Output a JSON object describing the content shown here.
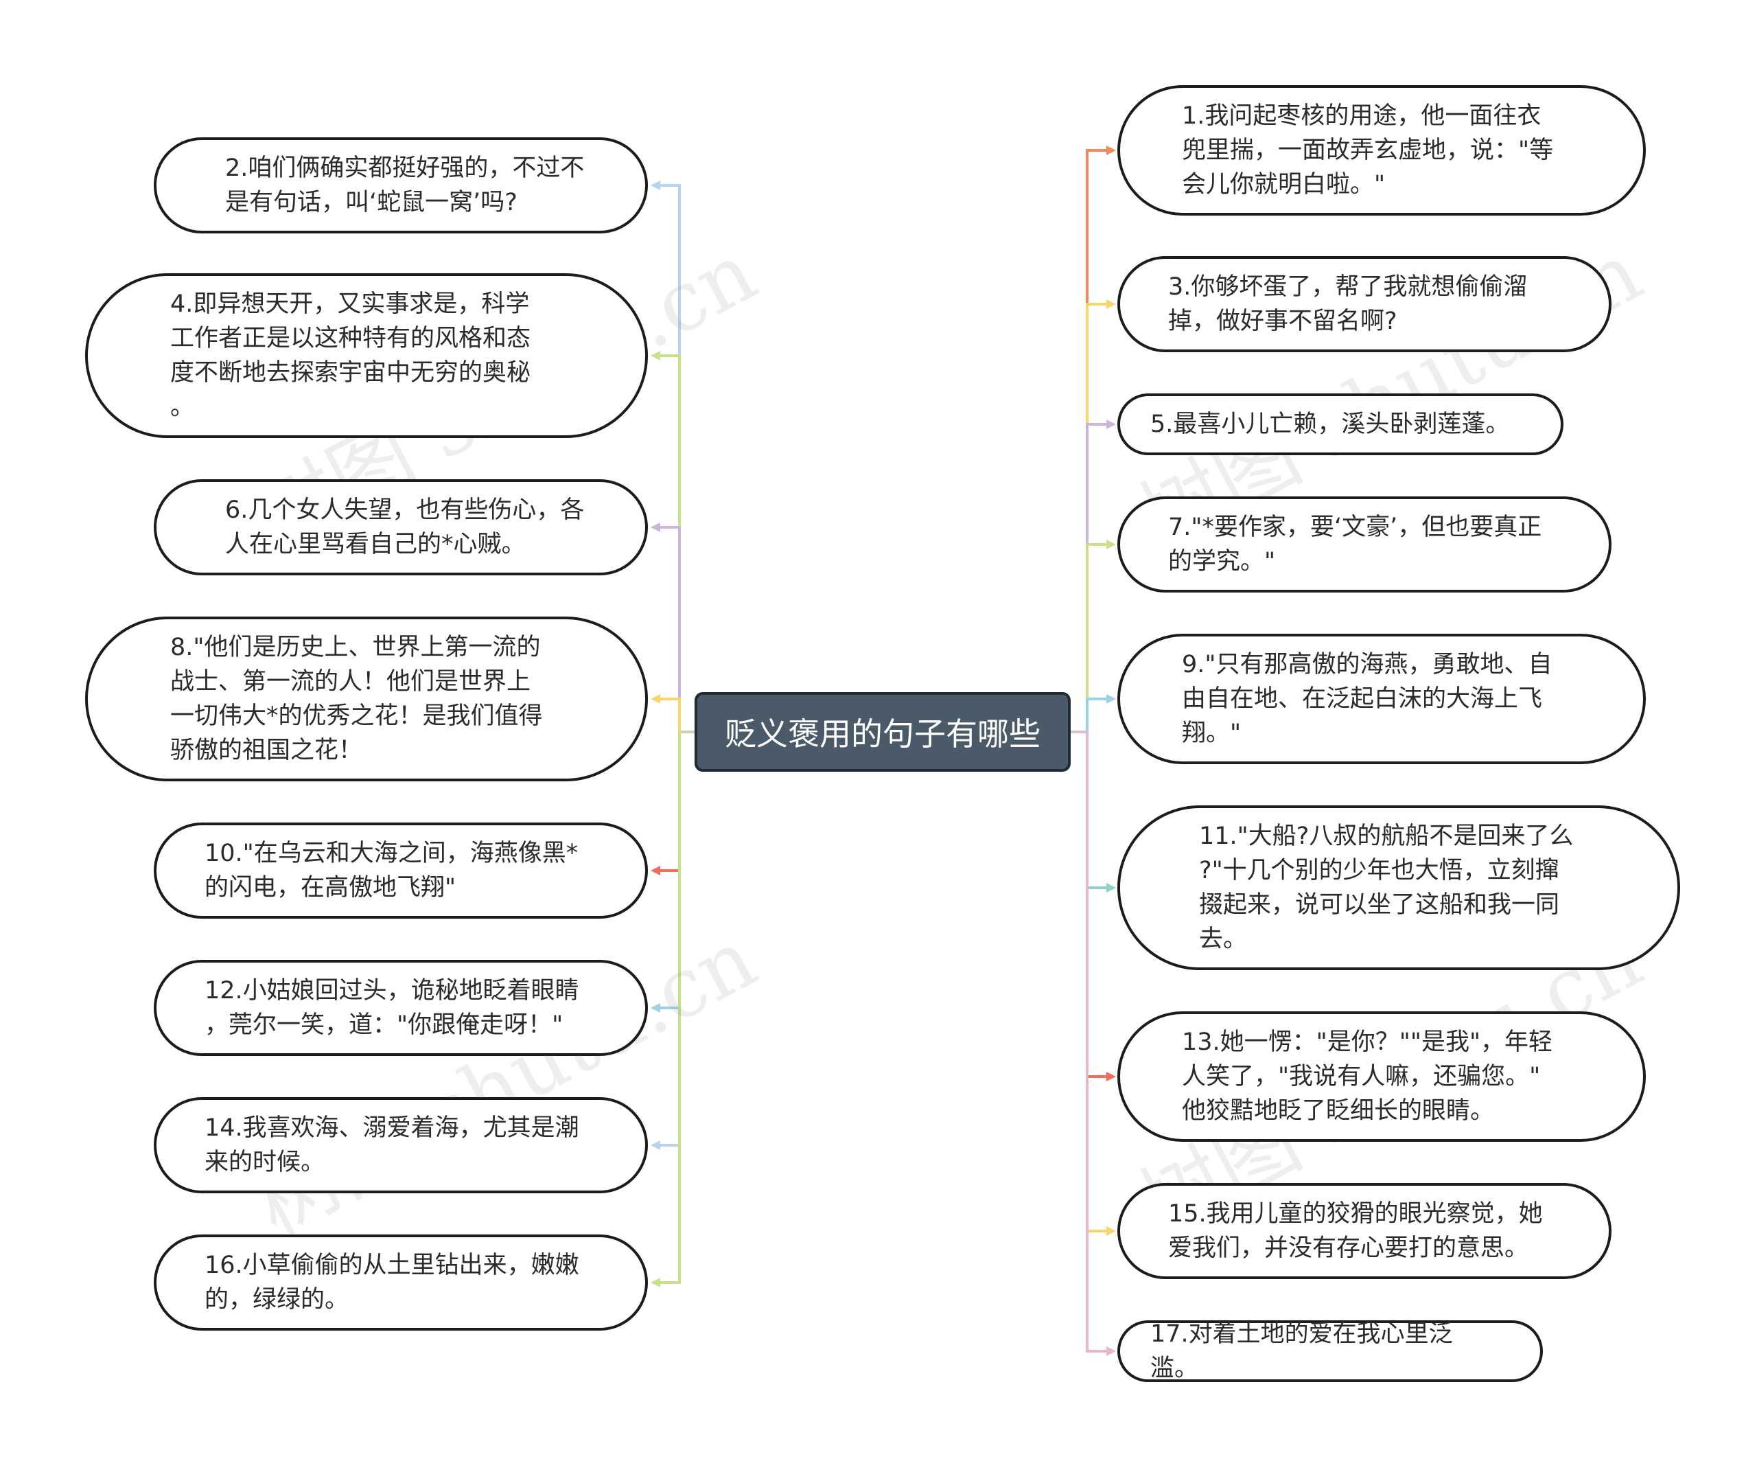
{
  "root": {
    "title": "贬义褒用的句子有哪些"
  },
  "watermark": "树图 shutu.cn",
  "branch_colors": {
    "orange": "#f08a5d",
    "yellow": "#f5d76e",
    "purple": "#c9b6d8",
    "green": "#c8e08a",
    "blue": "#9fd0e6",
    "teal": "#8fd3c7",
    "red": "#ef6f5c",
    "pink": "#e7b6c8",
    "lightblue": "#b7d4ee"
  },
  "left_nodes": [
    {
      "text": "2.咱们俩确实都挺好强的，不过不\n是有句话，叫‘蛇鼠一窝’吗?"
    },
    {
      "text": "4.即异想天开，又实事求是，科学\n工作者正是以这种特有的风格和态\n度不断地去探索宇宙中无穷的奥秘\n。"
    },
    {
      "text": "6.几个女人失望，也有些伤心，各\n人在心里骂看自己的*心贼。"
    },
    {
      "text": "8.\"他们是历史上、世界上第一流的\n战士、第一流的人！他们是世界上\n一切伟大*的优秀之花！是我们值得\n骄傲的祖国之花！"
    },
    {
      "text": "10.\"在乌云和大海之间，海燕像黑*\n的闪电，在高傲地飞翔\""
    },
    {
      "text": "12.小姑娘回过头，诡秘地眨着眼睛\n，莞尔一笑，道：\"你跟俺走呀！\""
    },
    {
      "text": "14.我喜欢海、溺爱着海，尤其是潮\n来的时候。"
    },
    {
      "text": "16.小草偷偷的从土里钻出来，嫩嫩\n的，绿绿的。"
    }
  ],
  "right_nodes": [
    {
      "text": "1.我问起枣核的用途，他一面往衣\n兜里揣，一面故弄玄虚地，说：\"等\n会儿你就明白啦。\""
    },
    {
      "text": "3.你够坏蛋了，帮了我就想偷偷溜\n掉，做好事不留名啊?"
    },
    {
      "text": "5.最喜小儿亡赖，溪头卧剥莲蓬。"
    },
    {
      "text": "7.\"*要作家，要‘文豪’，但也要真正\n的学究。\""
    },
    {
      "text": "9.\"只有那高傲的海燕，勇敢地、自\n由自在地、在泛起白沫的大海上飞\n翔。\""
    },
    {
      "text": "11.\"大船?八叔的航船不是回来了么\n?\"十几个别的少年也大悟，立刻撺\n掇起来，说可以坐了这船和我一同\n去。"
    },
    {
      "text": "13.她一愣：\"是你？\"\"是我\"，年轻\n人笑了，\"我说有人嘛，还骗您。\"\n他狡黠地眨了眨细长的眼睛。"
    },
    {
      "text": "15.我用儿童的狡猾的眼光察觉，她\n爱我们，并没有存心要打的意思。"
    },
    {
      "text": "17.对着土地的爱在我心里泛滥。"
    }
  ]
}
